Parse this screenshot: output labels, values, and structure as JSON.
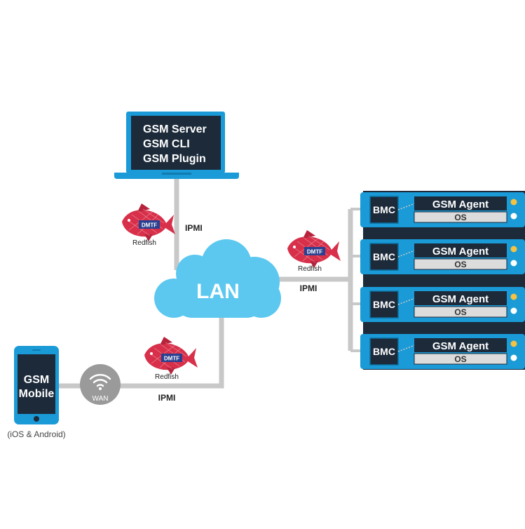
{
  "laptop": {
    "lines": [
      "GSM Server",
      "GSM CLI",
      "GSM Plugin"
    ]
  },
  "cloud": {
    "label": "LAN"
  },
  "links": {
    "laptop_protocol": "IPMI",
    "servers_protocol": "IPMI",
    "mobile_protocol": "IPMI"
  },
  "redfish_badges": [
    {
      "badge": "DMTF",
      "label": "Redfish"
    },
    {
      "badge": "DMTF",
      "label": "Redfish"
    },
    {
      "badge": "DMTF",
      "label": "Redfish"
    }
  ],
  "wan": {
    "label": "WAN"
  },
  "mobile": {
    "line1": "GSM",
    "line2": "Mobile",
    "caption": "(iOS & Android)"
  },
  "servers": [
    {
      "bmc": "BMC",
      "agent": "GSM Agent",
      "os": "OS"
    },
    {
      "bmc": "BMC",
      "agent": "GSM Agent",
      "os": "OS"
    },
    {
      "bmc": "BMC",
      "agent": "GSM Agent",
      "os": "OS"
    },
    {
      "bmc": "BMC",
      "agent": "GSM Agent",
      "os": "OS"
    }
  ],
  "colors": {
    "accent_blue": "#1a9ad6",
    "dark_navy": "#1c2a3a",
    "cloud_blue": "#5cc8ef",
    "connector_gray": "#c8c8c8",
    "wan_gray": "#9a9a9a",
    "redfish_red": "#d8304a",
    "dmtf_blue": "#2a3f8f",
    "led_yellow": "#f5c242"
  }
}
